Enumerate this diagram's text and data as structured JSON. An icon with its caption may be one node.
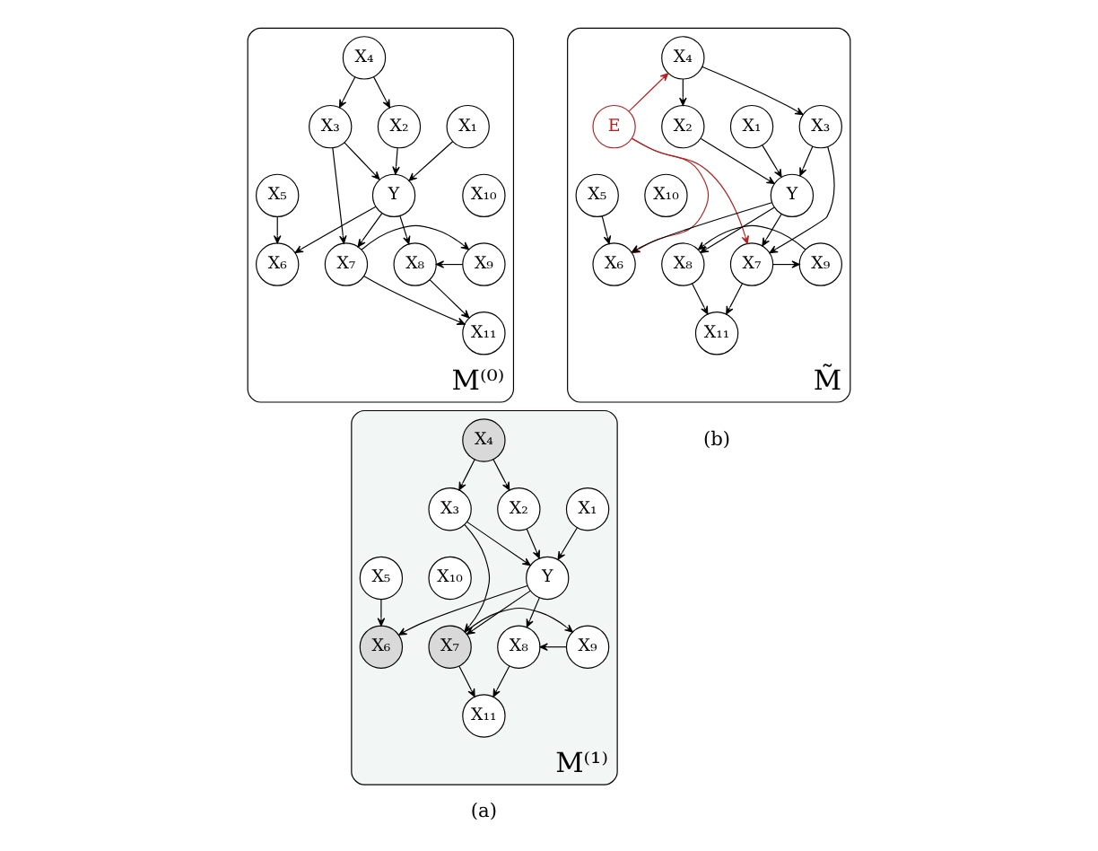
{
  "diagram": {
    "nodes": [
      {
        "text": [
          "M⁽⁰⁾"
        ]
      },
      {
        "text": [
          "X₄"
        ],
        "in": 0
      },
      {
        "text": [
          "X₁"
        ],
        "in": 0
      },
      {
        "text": [
          "X₂"
        ],
        "in": 0
      },
      {
        "text": [
          "X₃"
        ],
        "in": 0
      },
      {
        "text": [
          "X₁₀"
        ],
        "in": 0
      },
      {
        "text": [
          "Y"
        ],
        "in": 0
      },
      {
        "text": [
          "X₅"
        ],
        "in": 0
      },
      {
        "text": [
          "X₈"
        ],
        "in": 0
      },
      {
        "text": [
          "X₉"
        ],
        "in": 0
      },
      {
        "text": [
          "X₇"
        ],
        "in": 0
      },
      {
        "text": [
          "X₆"
        ],
        "in": 0
      },
      {
        "text": [
          "X₁₁"
        ],
        "in": 0
      },
      {
        "text": [
          "M⁽¹⁾"
        ]
      },
      {
        "text": [
          "X₄"
        ],
        "in": 13
      },
      {
        "text": [
          "X₁"
        ],
        "in": 13
      },
      {
        "text": [
          "X₂"
        ],
        "in": 13
      },
      {
        "text": [
          "X₃"
        ],
        "in": 13
      },
      {
        "text": [
          "X₁₀"
        ],
        "in": 13
      },
      {
        "text": [
          "Y"
        ],
        "in": 13
      },
      {
        "text": [
          "X₅"
        ],
        "in": 13
      },
      {
        "text": [
          "X₈"
        ],
        "in": 13
      },
      {
        "text": [
          "X₉"
        ],
        "in": 13
      },
      {
        "text": [
          "X₇"
        ],
        "in": 13
      },
      {
        "text": [
          "X₆"
        ],
        "in": 13
      },
      {
        "text": [
          "X₁₁"
        ],
        "in": 13
      },
      {
        "text": [
          "M̃"
        ]
      },
      {
        "text": [
          "X₄"
        ],
        "in": 26
      },
      {
        "text": [
          "X₁"
        ],
        "in": 26
      },
      {
        "text": [
          "X₂"
        ],
        "in": 26
      },
      {
        "text": [
          "X₃"
        ],
        "in": 26
      },
      {
        "text": [
          "E"
        ],
        "in": 26
      },
      {
        "text": [
          "X₁₀"
        ],
        "in": 26
      },
      {
        "text": [
          "Y"
        ],
        "in": 26
      },
      {
        "text": [
          "X₅"
        ],
        "in": 26
      },
      {
        "text": [
          "X₈"
        ],
        "in": 26
      },
      {
        "text": [
          "X₉"
        ],
        "in": 26
      },
      {
        "text": [
          "X₇"
        ],
        "in": 26
      },
      {
        "text": [
          "X₆"
        ],
        "in": 26
      },
      {
        "text": [
          "X₁₁"
        ],
        "in": 26
      }
    ],
    "edges": [
      {
        "from": 1,
        "to": 3,
        "arrow": "to"
      },
      {
        "from": 1,
        "to": 4,
        "arrow": "to"
      },
      {
        "from": 2,
        "to": 6,
        "arrow": "to"
      },
      {
        "from": 3,
        "to": 6,
        "arrow": "to"
      },
      {
        "from": 4,
        "to": 6,
        "arrow": "to"
      },
      {
        "from": 4,
        "to": 10,
        "arrow": "to"
      },
      {
        "from": 6,
        "to": 8,
        "arrow": "to"
      },
      {
        "from": 6,
        "to": 10,
        "arrow": "to"
      },
      {
        "from": 6,
        "to": 11,
        "arrow": "to"
      },
      {
        "from": 7,
        "to": 11,
        "arrow": "to"
      },
      {
        "from": 9,
        "to": 8,
        "arrow": "to"
      },
      {
        "from": 10,
        "to": 9,
        "arrow": "to"
      },
      {
        "from": 10,
        "to": 12,
        "arrow": "to"
      },
      {
        "from": 8,
        "to": 12,
        "arrow": "to"
      },
      {
        "from": 14,
        "to": 16,
        "arrow": "to"
      },
      {
        "from": 14,
        "to": 17,
        "arrow": "to"
      },
      {
        "from": 15,
        "to": 19,
        "arrow": "to"
      },
      {
        "from": 16,
        "to": 19,
        "arrow": "to"
      },
      {
        "from": 17,
        "to": 19,
        "arrow": "to"
      },
      {
        "from": 17,
        "to": 23,
        "arrow": "to"
      },
      {
        "from": 19,
        "to": 21,
        "arrow": "to"
      },
      {
        "from": 19,
        "to": 23,
        "arrow": "to"
      },
      {
        "from": 19,
        "to": 24,
        "arrow": "to"
      },
      {
        "from": 20,
        "to": 24,
        "arrow": "to"
      },
      {
        "from": 22,
        "to": 21,
        "arrow": "to"
      },
      {
        "from": 23,
        "to": 22,
        "arrow": "to"
      },
      {
        "from": 23,
        "to": 25,
        "arrow": "to"
      },
      {
        "from": 21,
        "to": 25,
        "arrow": "to"
      },
      {
        "from": 27,
        "to": 29,
        "arrow": "to"
      },
      {
        "from": 27,
        "to": 30,
        "arrow": "to"
      },
      {
        "from": 28,
        "to": 33,
        "arrow": "to"
      },
      {
        "from": 29,
        "to": 33,
        "arrow": "to"
      },
      {
        "from": 30,
        "to": 33,
        "arrow": "to"
      },
      {
        "from": 30,
        "to": 37,
        "arrow": "to"
      },
      {
        "from": 33,
        "to": 35,
        "arrow": "to"
      },
      {
        "from": 33,
        "to": 37,
        "arrow": "to"
      },
      {
        "from": 33,
        "to": 38,
        "arrow": "to"
      },
      {
        "from": 34,
        "to": 38,
        "arrow": "to"
      },
      {
        "from": 36,
        "to": 35,
        "arrow": "to"
      },
      {
        "from": 37,
        "to": 36,
        "arrow": "to"
      },
      {
        "from": 37,
        "to": 39,
        "arrow": "to"
      },
      {
        "from": 35,
        "to": 39,
        "arrow": "to"
      },
      {
        "from": 31,
        "to": 27,
        "arrow": "to",
        "color": "#b22222"
      },
      {
        "from": 31,
        "to": 37,
        "arrow": "to",
        "color": "#b22222"
      },
      {
        "from": 31,
        "to": 38,
        "arrow": "to",
        "color": "#b22222"
      }
    ],
    "labels": [
      "(a)",
      "(b)"
    ]
  }
}
